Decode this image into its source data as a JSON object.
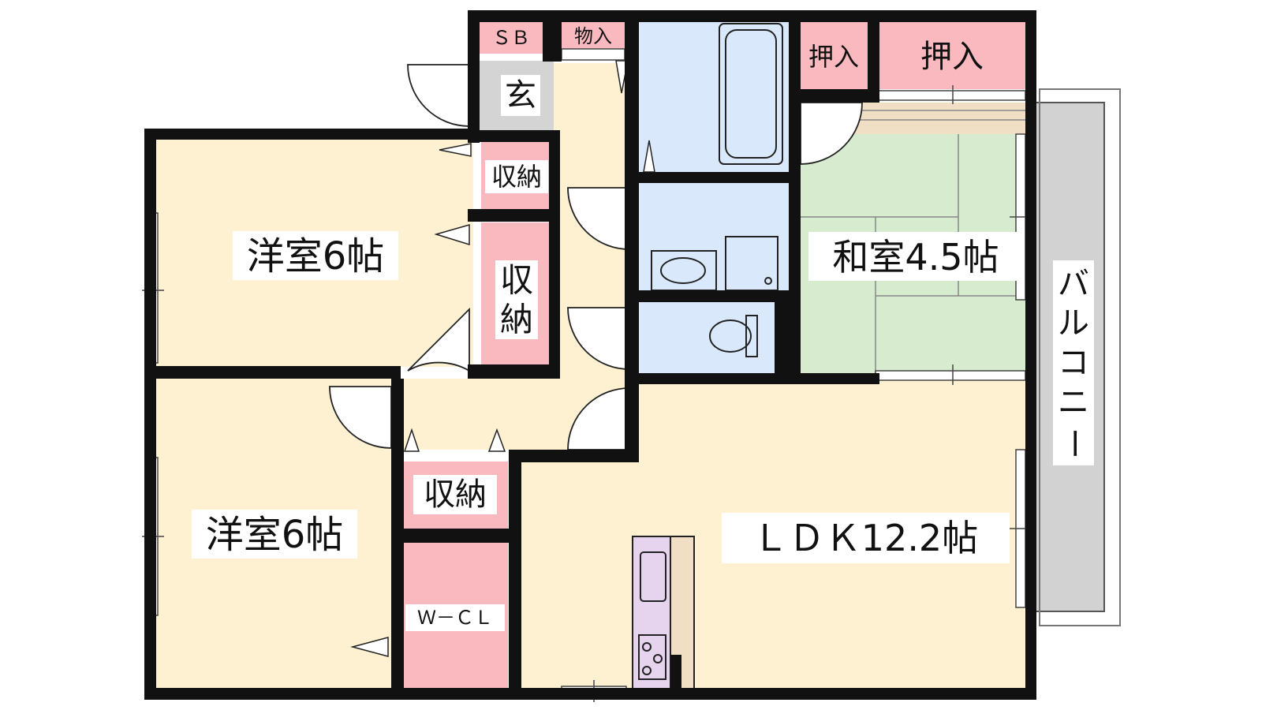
{
  "rooms": {
    "western_room_north": {
      "label": "洋室6帖"
    },
    "western_room_south": {
      "label": "洋室6帖"
    },
    "japanese_room": {
      "label": "和室4.5帖"
    },
    "ldk": {
      "label": "ＬＤＫ12.2帖"
    },
    "entrance": {
      "label": "玄"
    },
    "shoe_box": {
      "label": "ＳＢ"
    },
    "storage_closet": {
      "label": "物入"
    },
    "closet_upper": {
      "label": "収納"
    },
    "closet_middle_line1": {
      "label": "収"
    },
    "closet_middle_line2": {
      "label": "納"
    },
    "closet_lower": {
      "label": "収納"
    },
    "walk_in_closet": {
      "label": "Ｗ－ＣＬ"
    },
    "oshiire_small": {
      "label": "押入"
    },
    "oshiire_large": {
      "label": "押入"
    },
    "balcony_chars": [
      "バ",
      "ル",
      "コ",
      "ニ",
      "ー"
    ]
  },
  "colors": {
    "wall": "#111111",
    "western_floor": "#fdf1d2",
    "entrance_floor": "#d4d4d4",
    "closet": "#f9b9bf",
    "wet_area": "#d9e9fb",
    "tatami": "#d7ebcf",
    "balcony": "#d2d2d2",
    "kitchen": "#e6d3ee",
    "counter": "#f0dfc4"
  }
}
